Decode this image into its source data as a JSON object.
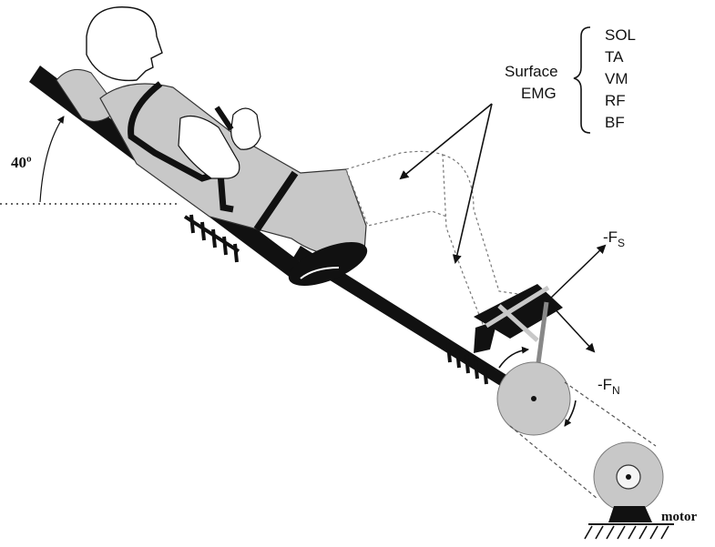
{
  "angle_label": "40º",
  "emg": {
    "title_line1": "Surface",
    "title_line2": "EMG",
    "muscles": [
      "SOL",
      "TA",
      "VM",
      "RF",
      "BF"
    ]
  },
  "forces": {
    "shear_prefix": "-F",
    "shear_sub": "S",
    "normal_prefix": "-F",
    "normal_sub": "N"
  },
  "motor_label": "motor",
  "colors": {
    "body_gray": "#c8c8c8",
    "dark": "#111111",
    "line": "#333333"
  }
}
